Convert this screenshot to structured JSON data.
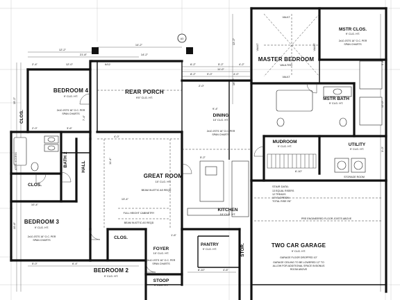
{
  "rooms": {
    "bedroom4": {
      "name": "BEDROOM 4",
      "clg": "9' CLG. HT."
    },
    "rear_porch": {
      "name": "REAR PORCH",
      "clg": "9'0\" CLG. HT."
    },
    "master_bedroom": {
      "name": "MASTER BEDROOM",
      "clg": "VAULTED"
    },
    "mstr_clos": {
      "name": "MSTR CLOS.",
      "clg": "9' CLG. HT."
    },
    "mstr_bath": {
      "name": "MSTR BATH",
      "clg": "9' CLG. HT."
    },
    "dining": {
      "name": "DINING",
      "clg": "10' CLG. HT."
    },
    "clos_left": {
      "name": "CLOS."
    },
    "bath2": {
      "name": "BATH 2"
    },
    "hall": {
      "name": "HALL"
    },
    "great_room": {
      "name": "GREAT ROOM",
      "clg": "10' CLG. HT."
    },
    "mudroom": {
      "name": "MUDROOM",
      "clg": "9' CLG. HT."
    },
    "utility": {
      "name": "UTILITY",
      "clg": "9' CLG. HT."
    },
    "clos_b3": {
      "name": "CLOS."
    },
    "bedroom3": {
      "name": "BEDROOM 3",
      "clg": "9' CLG. HT."
    },
    "kitchen": {
      "name": "KITCHEN",
      "clg": "10' CLG. HT."
    },
    "clos_foyer": {
      "name": "CLOS."
    },
    "foyer": {
      "name": "FOYER",
      "clg": "10' CLG. HT."
    },
    "pantry": {
      "name": "PANTRY",
      "clg": "9' CLG. HT."
    },
    "stor": {
      "name": "STOR."
    },
    "garage": {
      "name": "TWO CAR GARAGE",
      "clg": "9' CLG. HT."
    },
    "bedroom2": {
      "name": "BEDROOM 2",
      "clg": "9' CLG. HT."
    },
    "stoop": {
      "name": "STOOP",
      "clg": "9' CLG. HT."
    }
  },
  "labels": {
    "vault_top": "VAULT",
    "vault_left": "VAULT",
    "vault_right": "VAULT",
    "vault_bottom": "VAULT",
    "attic_access": "ATTIC ACCESS",
    "stair_data_title": "STAIR DATA:",
    "stair_data_lines": [
      "13 EQUAL RISERS",
      "12 TREADS",
      "10\" SLOPE/DN",
      "TOTAL RISE 9'8\""
    ],
    "garage_note": "GARAGE FLOOR DROPPED 10\"",
    "garage_ceiling_note_1": "GARAGE CEILING TO BE LOWERED 12\" TO",
    "garage_ceiling_note_2": "ALLOW FOR ADDITIONAL SPACE IN BONUS",
    "garage_ceiling_note_3": "ROOM ABOVE",
    "pre_eng_note": "PRE ENGINEERED FLOOR JOISTS ABOVE",
    "storage_room": "STORAGE ROOM",
    "full_height_cab": "FULL HEIGHT CABINETRY",
    "beam_note": "BEAM IN ATTIC AS REQD",
    "span_note_1": "2x10 JSTS 16\" O.C. PER",
    "span_note_2": "SPAN CHARTS",
    "section_top": "A3"
  },
  "dims": {
    "top_12_2": "12'-2\"",
    "top_21_8": "21'-8\"",
    "top_14_2": "14'-2\"",
    "top_2_4": "2'-4\"",
    "top_12_0": "12'-0\"",
    "top_14_2b": "14'-2\"",
    "top_6_2": "6'-2\"",
    "top_5_2": "5'-2\"",
    "top_4_2": "4'-2\"",
    "top_8_2": "8'-2\"",
    "top_9_0": "9'-0\"",
    "top_4_0": "4'-0\"",
    "top_11_0": "11'-0\"",
    "top_2_0": "2'-0\"",
    "top_6_12": "6/12",
    "side_15_2": "15'-2\"",
    "side_12_2": "12'-2\"",
    "side_16_4": "16'-4\"",
    "side_10_8": "10'-8\"",
    "side_12_0": "12'-0\"",
    "side_5_8": "5'-8\"",
    "side_3_0": "3'-0\"",
    "mid_2_0": "2'-0\"",
    "mid_3_6": "3'-6\"",
    "mid_4_0": "4'-0\"",
    "mid_5_2": "5'-2\"",
    "mid_7_4": "7'-4\"",
    "mid_9_4": "9'-4\"",
    "mid_10_4": "10'-4\"",
    "mid_13_4": "13'-4\"",
    "mid_11_4": "11'-4\"",
    "mid_6_10": "6'-10\"",
    "mid_1_6": "1'-6\"",
    "bot_5_0": "5'-0\"",
    "bot_6_4": "6'-4\"",
    "bot_8_10": "8'-10\"",
    "bot_4_6": "4'-6\""
  }
}
